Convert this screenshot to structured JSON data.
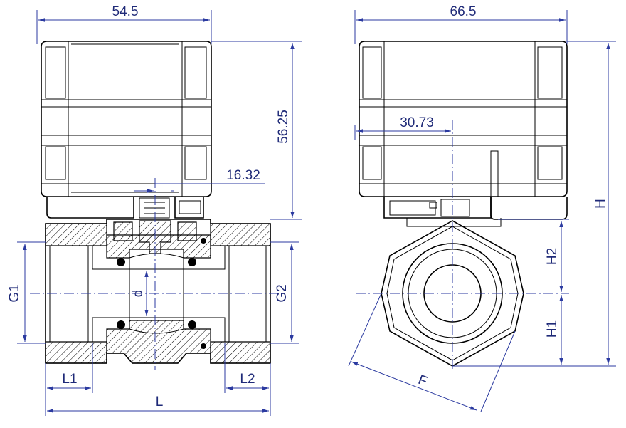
{
  "dimensions": {
    "front_width": "54.5",
    "front_height": "56.25",
    "stem_offset": "16.32",
    "g1": "G1",
    "g2": "G2",
    "bore": "d",
    "l1": "L1",
    "l2": "L2",
    "length": "L",
    "side_width": "66.5",
    "side_offset": "30.73",
    "total_height": "H",
    "h2": "H2",
    "h1": "H1",
    "across_flats": "F"
  },
  "colors": {
    "dimension_lines": "#2b3aa0",
    "dimension_text": "#1f2a78",
    "outline": "#000000"
  }
}
